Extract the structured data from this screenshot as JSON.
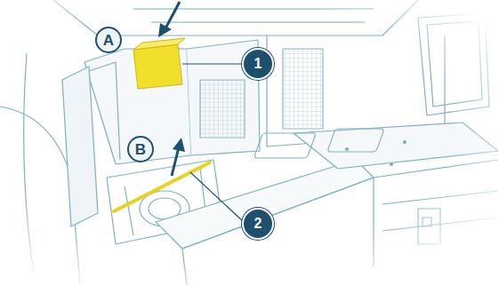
{
  "diagram": {
    "labels": [
      "A",
      "1",
      "B",
      "2"
    ]
  }
}
